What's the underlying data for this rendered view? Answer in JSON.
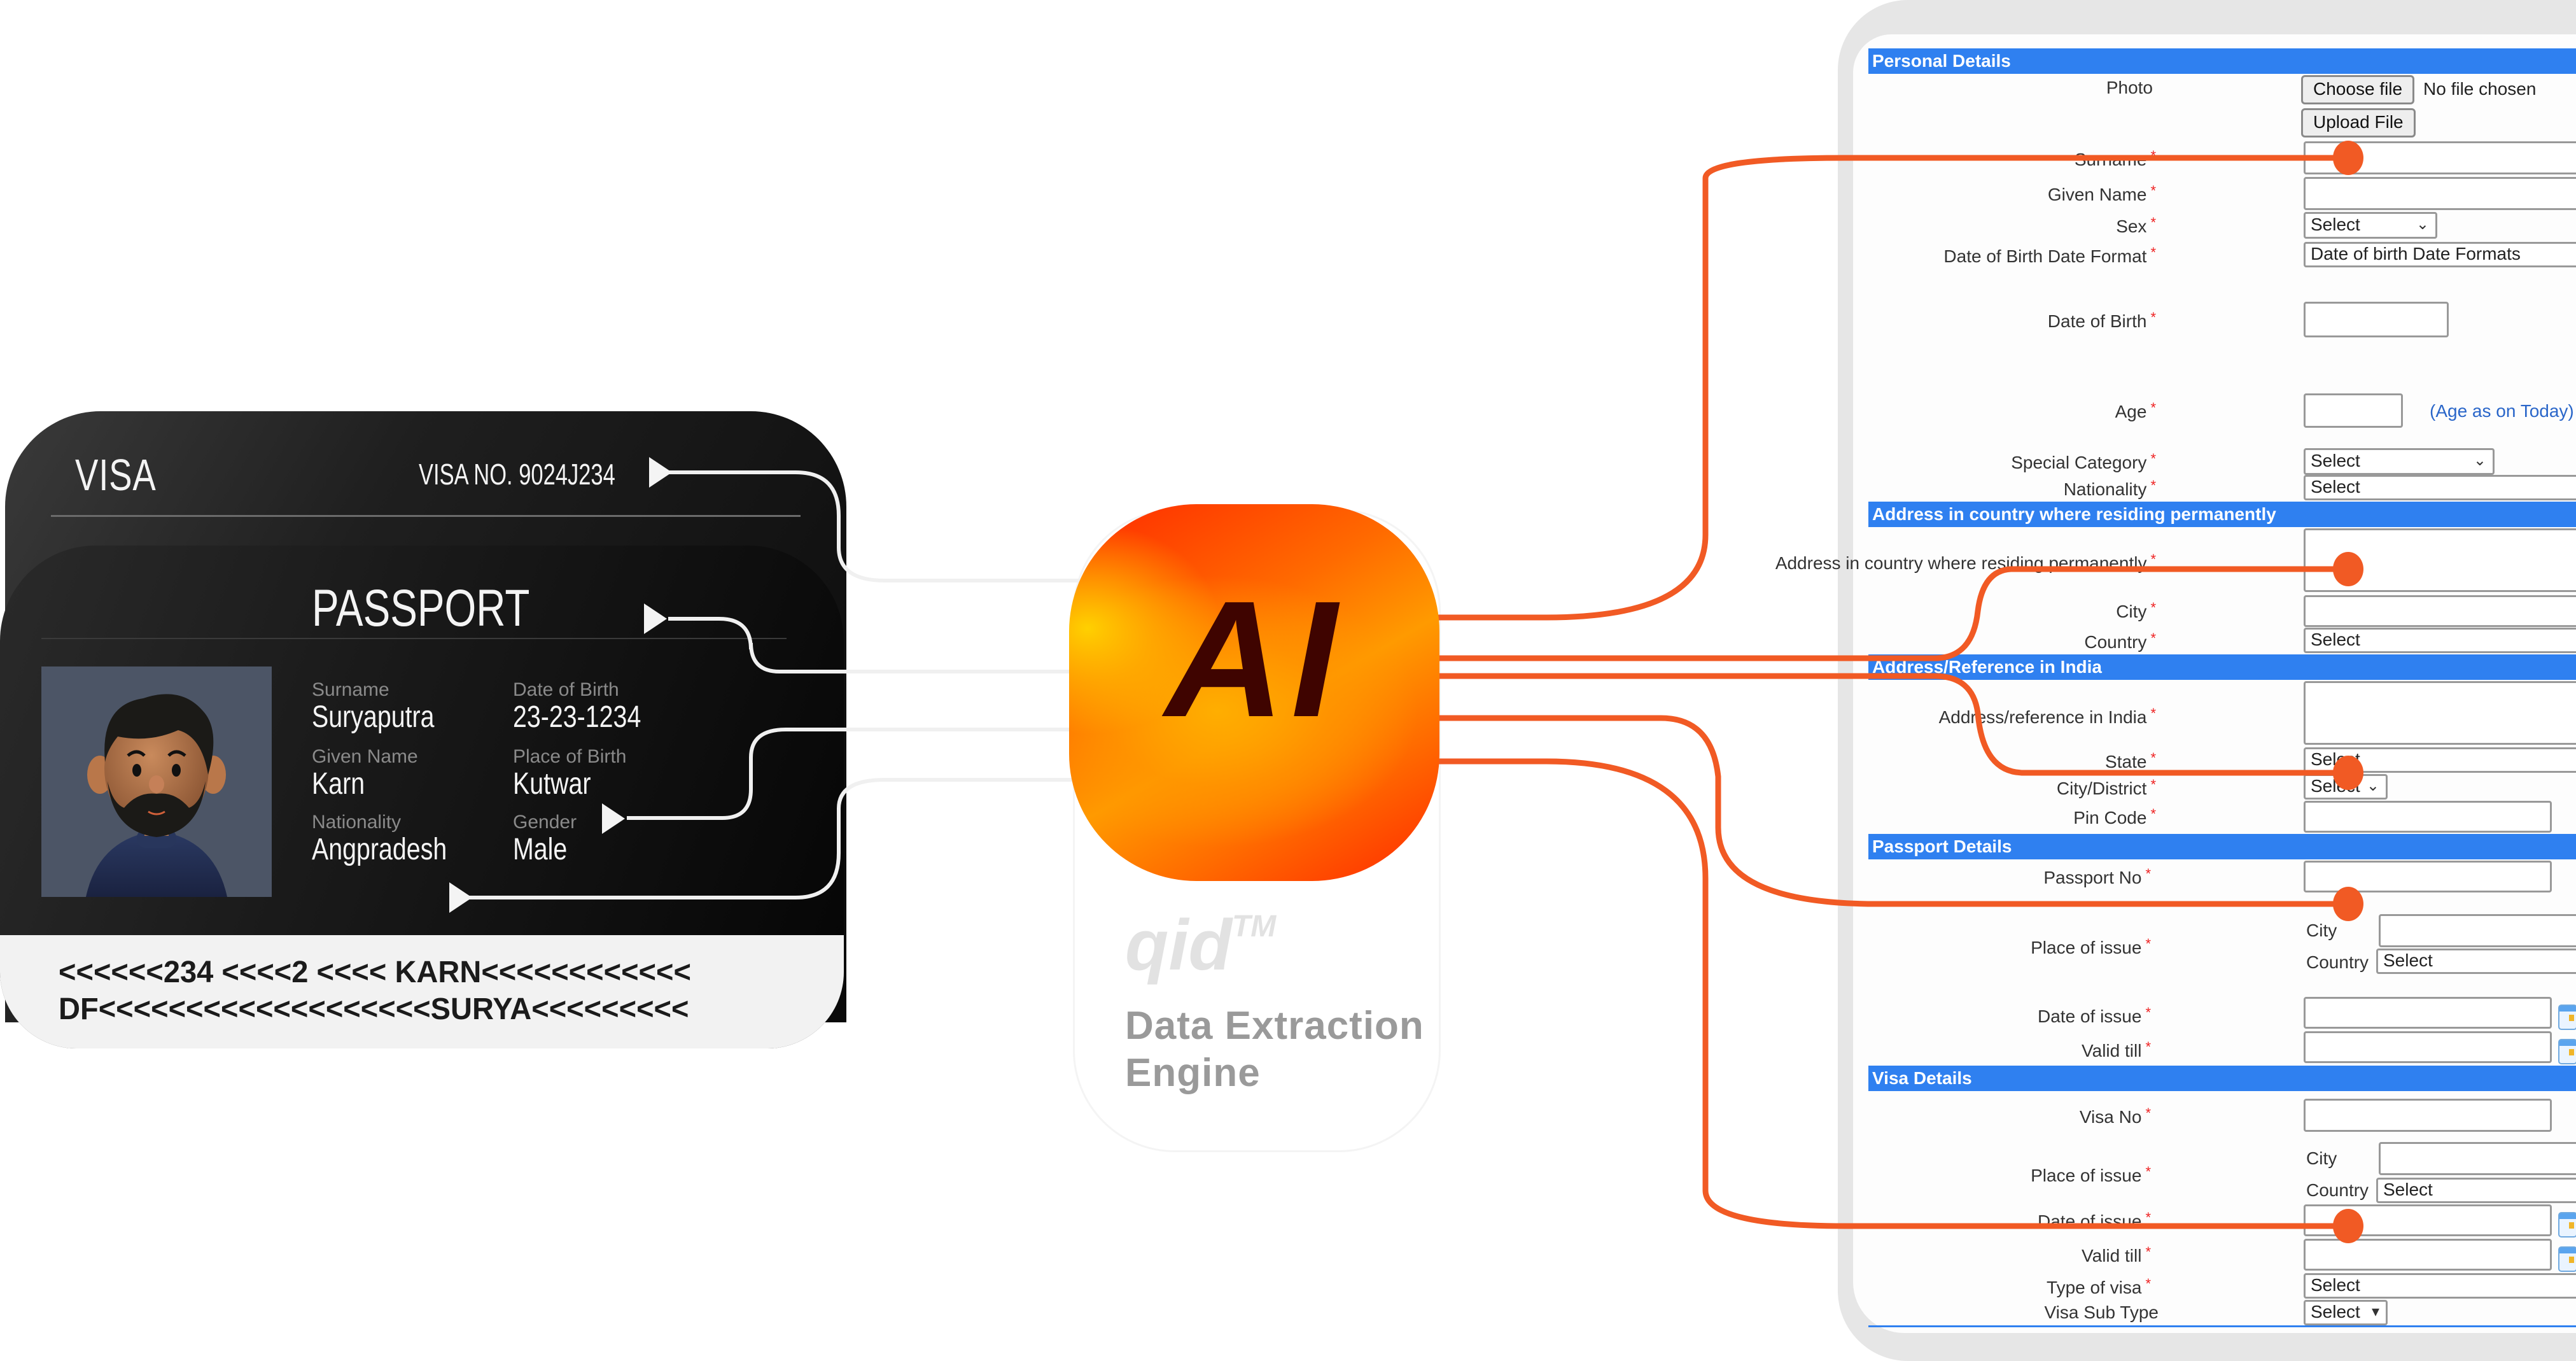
{
  "colors": {
    "accent_orange": "#F15A24",
    "form_header_blue": "#2F80F0",
    "card_dark": "#111111",
    "ai_text": "#3F0400"
  },
  "visa_card": {
    "title": "VISA",
    "visa_number": "VISA NO. 9024J234"
  },
  "passport_card": {
    "title": "PASSPORT",
    "photo_icon": "avatar-photo",
    "fields": [
      {
        "label": "Surname",
        "value": "Suryaputra"
      },
      {
        "label": "Date of Birth",
        "value": "23-23-1234"
      },
      {
        "label": "Given Name",
        "value": "Karn"
      },
      {
        "label": "Place of Birth",
        "value": "Kutwar"
      },
      {
        "label": "Nationality",
        "value": "Angpradesh"
      },
      {
        "label": "Gender",
        "value": "Male"
      }
    ],
    "mrz": [
      "<<<<<<234 <<<<2 <<<< KARN<<<<<<<<<<<<",
      "DF<<<<<<<<<<<<<<<<<<<SURYA<<<<<<<<<"
    ]
  },
  "engine": {
    "logo_text": "AI",
    "brand": "qid",
    "trademark": "TM",
    "label_line1": "Data Extraction",
    "label_line2": "Engine"
  },
  "form": {
    "sections": {
      "personal": "Personal Details",
      "address_perm": "Address in country where residing permanently",
      "address_india": "Address/Reference in India",
      "passport": "Passport Details",
      "visa": "Visa Details"
    },
    "photo": {
      "label": "Photo",
      "choose_button": "Choose file",
      "no_file": "No file chosen",
      "upload_button": "Upload File"
    },
    "surname": {
      "label": "Surname",
      "value": ""
    },
    "given_name": {
      "label": "Given Name",
      "value": ""
    },
    "sex": {
      "label": "Sex",
      "value": "Select"
    },
    "dob_format": {
      "label": "Date of Birth Date Format",
      "value": "Date of birth Date Formats"
    },
    "dob": {
      "label": "Date of Birth",
      "value": ""
    },
    "age": {
      "label": "Age",
      "value": "",
      "hint": "(Age as on Today)"
    },
    "special_category": {
      "label": "Special Category",
      "value": "Select"
    },
    "nationality": {
      "label": "Nationality",
      "value": "Select"
    },
    "perm_address": {
      "label": "Address in country where residing permanently",
      "value": ""
    },
    "perm_city": {
      "label": "City",
      "value": ""
    },
    "perm_country": {
      "label": "Country",
      "value": "Select"
    },
    "india_address": {
      "label": "Address/reference in India",
      "value": ""
    },
    "india_state": {
      "label": "State",
      "value": "Select"
    },
    "india_city": {
      "label": "City/District",
      "value": "Select"
    },
    "india_pin": {
      "label": "Pin Code",
      "value": ""
    },
    "passport_no": {
      "label": "Passport No",
      "value": ""
    },
    "pp_place": {
      "label": "Place of issue",
      "city_label": "City",
      "city_value": "",
      "country_label": "Country",
      "country_value": "Select"
    },
    "pp_date_issue": {
      "label": "Date of issue",
      "value": ""
    },
    "pp_valid_till": {
      "label": "Valid till",
      "value": ""
    },
    "visa_no": {
      "label": "Visa No",
      "value": ""
    },
    "visa_place": {
      "label": "Place of issue",
      "city_label": "City",
      "city_value": "",
      "country_label": "Country",
      "country_value": "Select"
    },
    "visa_date_issue": {
      "label": "Date of issue",
      "value": ""
    },
    "visa_valid_till": {
      "label": "Valid till",
      "value": ""
    },
    "visa_type": {
      "label": "Type of visa",
      "value": "Select"
    },
    "visa_sub_type": {
      "label": "Visa Sub Type",
      "value": "Select"
    },
    "required_mark": "*"
  }
}
